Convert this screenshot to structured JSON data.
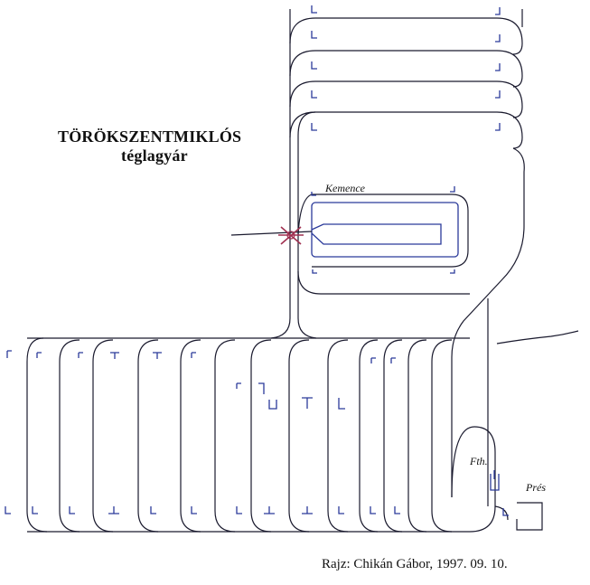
{
  "title": {
    "line1": "TÖRÖKSZENTMIKLÓS",
    "line2": "téglagyár"
  },
  "labels": {
    "kiln": "Kemence",
    "engine_house": "Fth.",
    "press": "Prés"
  },
  "credit": "Rajz: Chikán Gábor, 1997. 09. 10.",
  "colors": {
    "track_line": "#1a1a2e",
    "marker_blue": "#2b3a9a",
    "turntable_red": "#a03050"
  }
}
